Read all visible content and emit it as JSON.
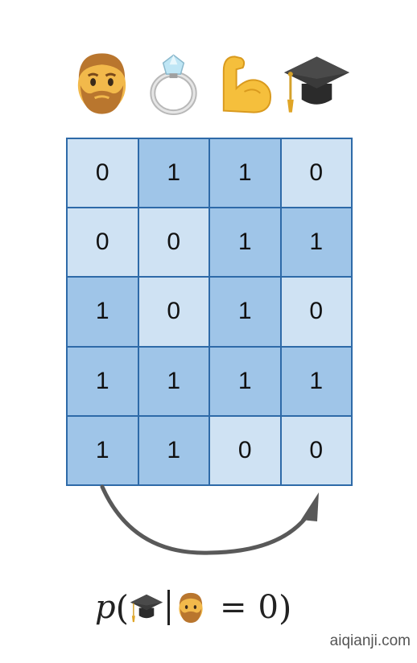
{
  "icons": {
    "header": [
      "bearded-man-icon",
      "ring-icon",
      "flexed-biceps-icon",
      "graduation-cap-icon"
    ],
    "formula": [
      "graduation-cap-icon",
      "bearded-man-icon"
    ]
  },
  "chart_data": {
    "type": "table",
    "rows": [
      [
        "0",
        "1",
        "1",
        "0"
      ],
      [
        "0",
        "0",
        "1",
        "1"
      ],
      [
        "1",
        "0",
        "1",
        "0"
      ],
      [
        "1",
        "1",
        "1",
        "1"
      ],
      [
        "1",
        "1",
        "0",
        "0"
      ]
    ]
  },
  "formula": {
    "func": "p",
    "open": "(",
    "equals": "=",
    "value": "0",
    "close": ")"
  },
  "colors": {
    "cell_zero": "#cfe2f3",
    "cell_one": "#9fc5e8",
    "grid_border": "#2e6aa8",
    "arrow": "#595959"
  },
  "watermark": "aiqianji.com"
}
